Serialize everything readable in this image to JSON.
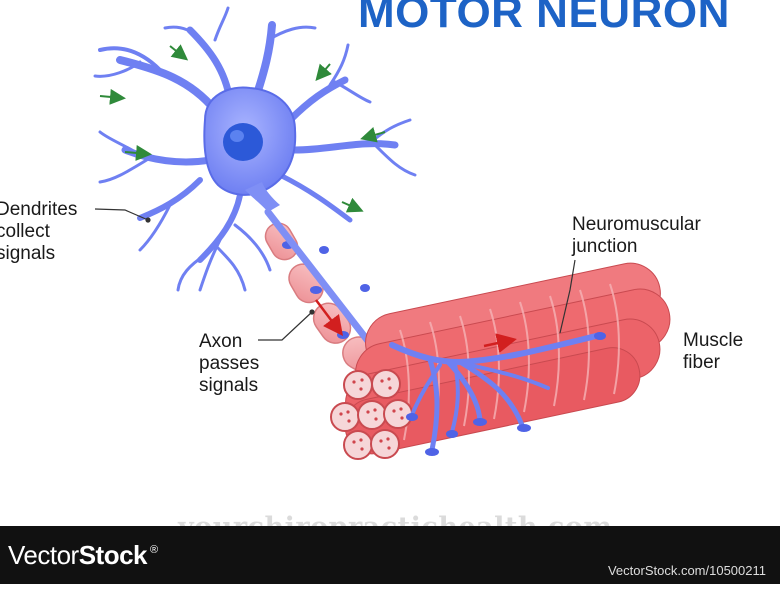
{
  "diagram": {
    "title": "MOTOR NEURON",
    "labels": {
      "dendrites": "Dendrites\ncollect\nsignals",
      "axon": "Axon\npasses\nsignals",
      "junction": "Neuromuscular\njunction",
      "muscle": "Muscle\nfiber"
    },
    "colors": {
      "neuron": "#7f8ff5",
      "neuron_dark": "#4f63e6",
      "nucleus": "#2c59d8",
      "axon_sheath": "#f4a3a6",
      "muscle": "#ee6a6f",
      "arrow_green": "#2f8a3a",
      "arrow_red": "#d21f1f",
      "title": "#1d63c6"
    }
  },
  "watermark": {
    "url": "yourchiropractichealth.com",
    "brand_light": "Vector",
    "brand_bold": "Stock",
    "registered": "®",
    "image_id": "VectorStock.com/10500211"
  }
}
